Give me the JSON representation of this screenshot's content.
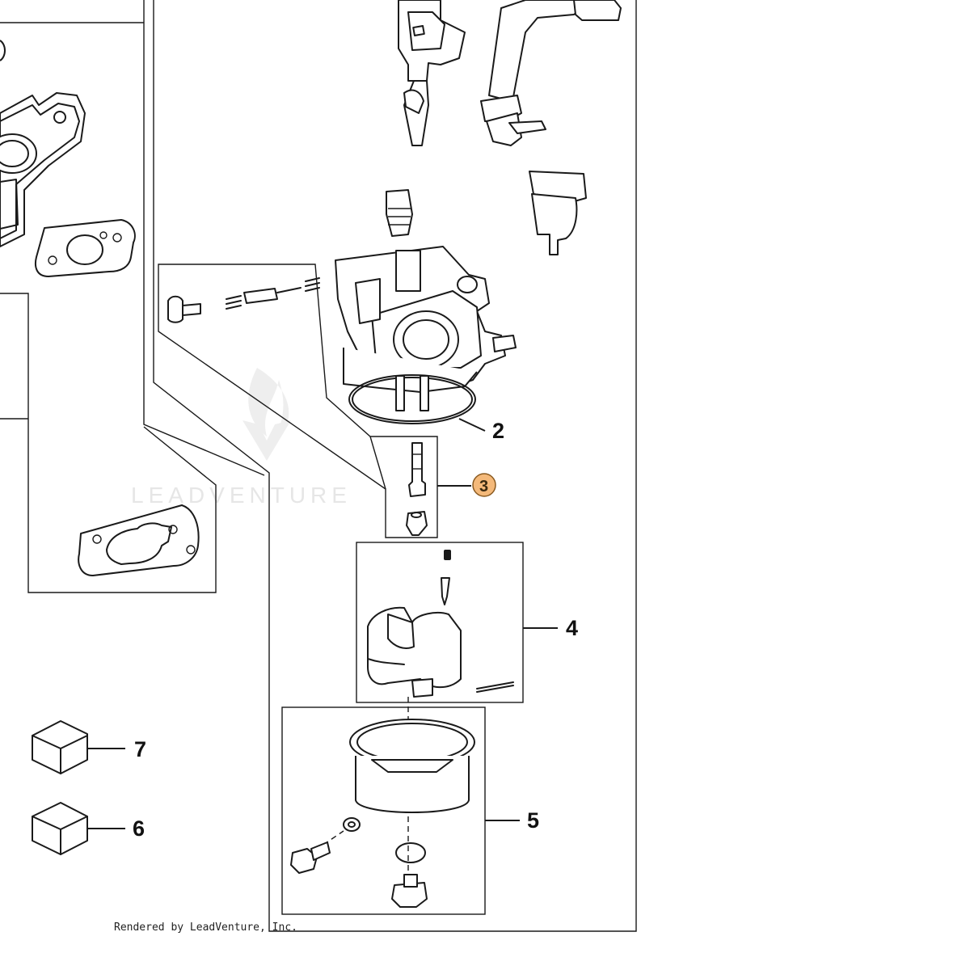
{
  "watermark": {
    "text": "LEADVENTURE"
  },
  "credit": {
    "text": "Rendered by LeadVenture, Inc."
  },
  "callouts": [
    {
      "id": "2",
      "label": "2",
      "highlighted": false
    },
    {
      "id": "3",
      "label": "3",
      "highlighted": true,
      "highlight_color": "#f4b97a"
    },
    {
      "id": "4",
      "label": "4",
      "highlighted": false
    },
    {
      "id": "5",
      "label": "5",
      "highlighted": false
    },
    {
      "id": "6",
      "label": "6",
      "highlighted": false
    },
    {
      "id": "7",
      "label": "7",
      "highlighted": false
    }
  ]
}
